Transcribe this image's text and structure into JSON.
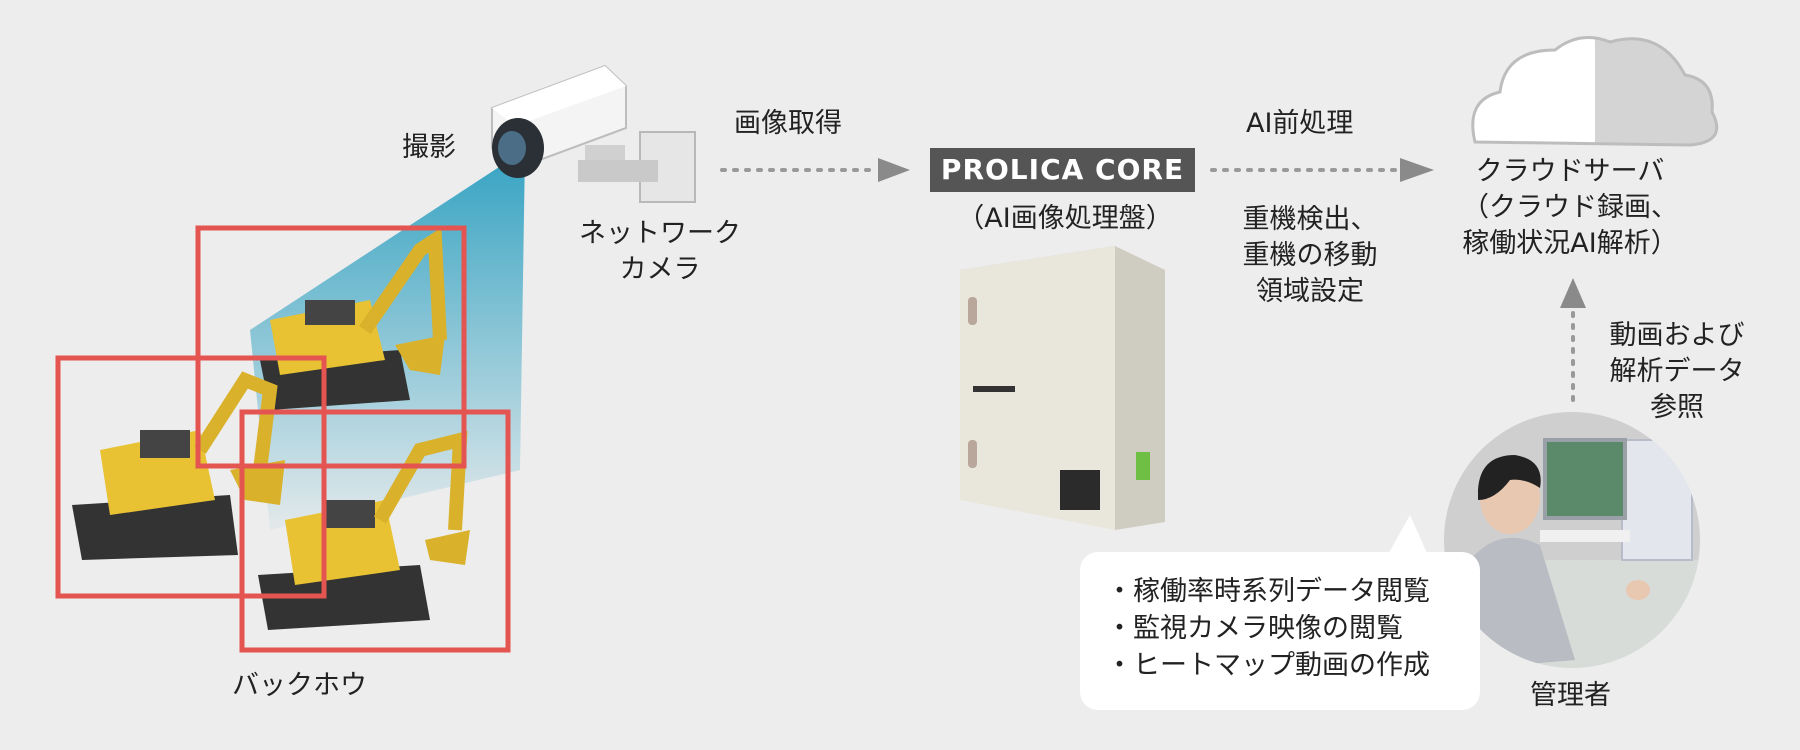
{
  "labels": {
    "capture": "撮影",
    "camera": [
      "ネットワーク",
      "カメラ"
    ],
    "backhoe": "バックホウ",
    "image_acquisition": "画像取得",
    "core_name": "PROLICA CORE",
    "core_sub": "（AI画像処理盤）",
    "ai_preprocess": "AI前処理",
    "ai_tasks": [
      "重機検出、",
      "重機の移動",
      "領域設定"
    ],
    "cloud": [
      "クラウドサーバ",
      "（クラウド録画、",
      "稼働状況AI解析）"
    ],
    "reference": [
      "動画および",
      "解析データ",
      "参照"
    ],
    "manager": "管理者"
  },
  "bubble_items": [
    "・稼働率時系列データ閲覧",
    "・監視カメラ映像の閲覧",
    "・ヒートマップ動画の作成"
  ],
  "colors": {
    "background": "#ededed",
    "detection_box": "#e45451",
    "core_badge": "#555555",
    "arrow": "#888888",
    "excavator": "#e8c233",
    "cabinet": "#e9e6dc",
    "cloud": "#d8d8d8"
  },
  "icons": [
    "network-camera-icon",
    "excavator-icon",
    "cabinet-icon",
    "cloud-icon",
    "manager-icon"
  ]
}
